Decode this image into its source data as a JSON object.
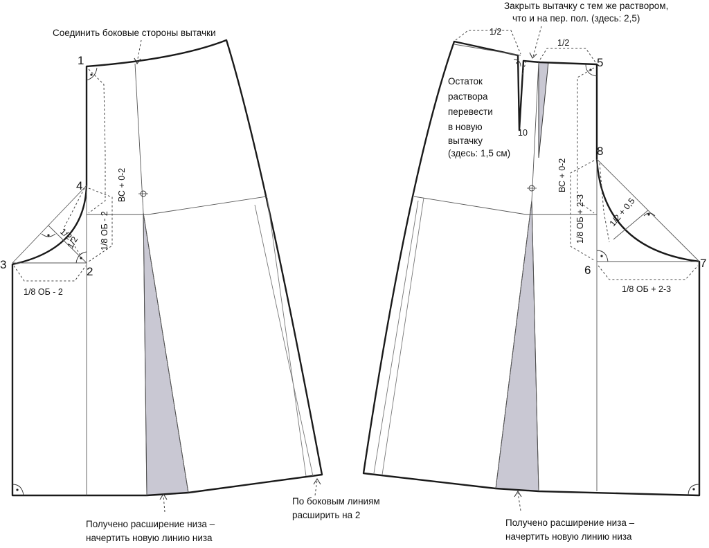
{
  "notes": {
    "join_dart_sides": "Соединить боковые стороны вытачки",
    "close_dart_line1": "Закрыть вытачку с тем же раствором,",
    "close_dart_line2": "что и на пер. пол. (здесь: 2,5)",
    "remainder_lines": [
      "Остаток",
      "раствора",
      "перевести",
      "в новую",
      "вытачку",
      "(здесь: 1,5 см)"
    ],
    "side_lines_line1": "По боковым линиям",
    "side_lines_line2": "расширить на 2",
    "hem_left_line1": "Получено расширение низа –",
    "hem_left_line2": "начертить новую линию низа",
    "hem_right_line1": "Получено расширение низа –",
    "hem_right_line2": "начертить новую линию низа"
  },
  "points": {
    "p1": "1",
    "p2": "2",
    "p3": "3",
    "p4": "4",
    "p5": "5",
    "p6": "6",
    "p7": "7",
    "p8": "8",
    "p10": "10"
  },
  "dimensions": {
    "left_vertical": "ВС + 0-2",
    "left_crotch_vertical": "1/8 ОБ - 2",
    "left_half_a": "1/2",
    "left_half_b": "1/2",
    "left_horizontal": "1/8 ОБ - 2",
    "right_top_half_a": "1/2",
    "right_top_half_b": "1/2",
    "right_vertical": "ВС + 0-2",
    "right_crotch_vertical": "1/8 ОБ + 2-3",
    "right_diag": "1/2 + 0,5",
    "right_horizontal": "1/8 ОБ + 2-3"
  }
}
